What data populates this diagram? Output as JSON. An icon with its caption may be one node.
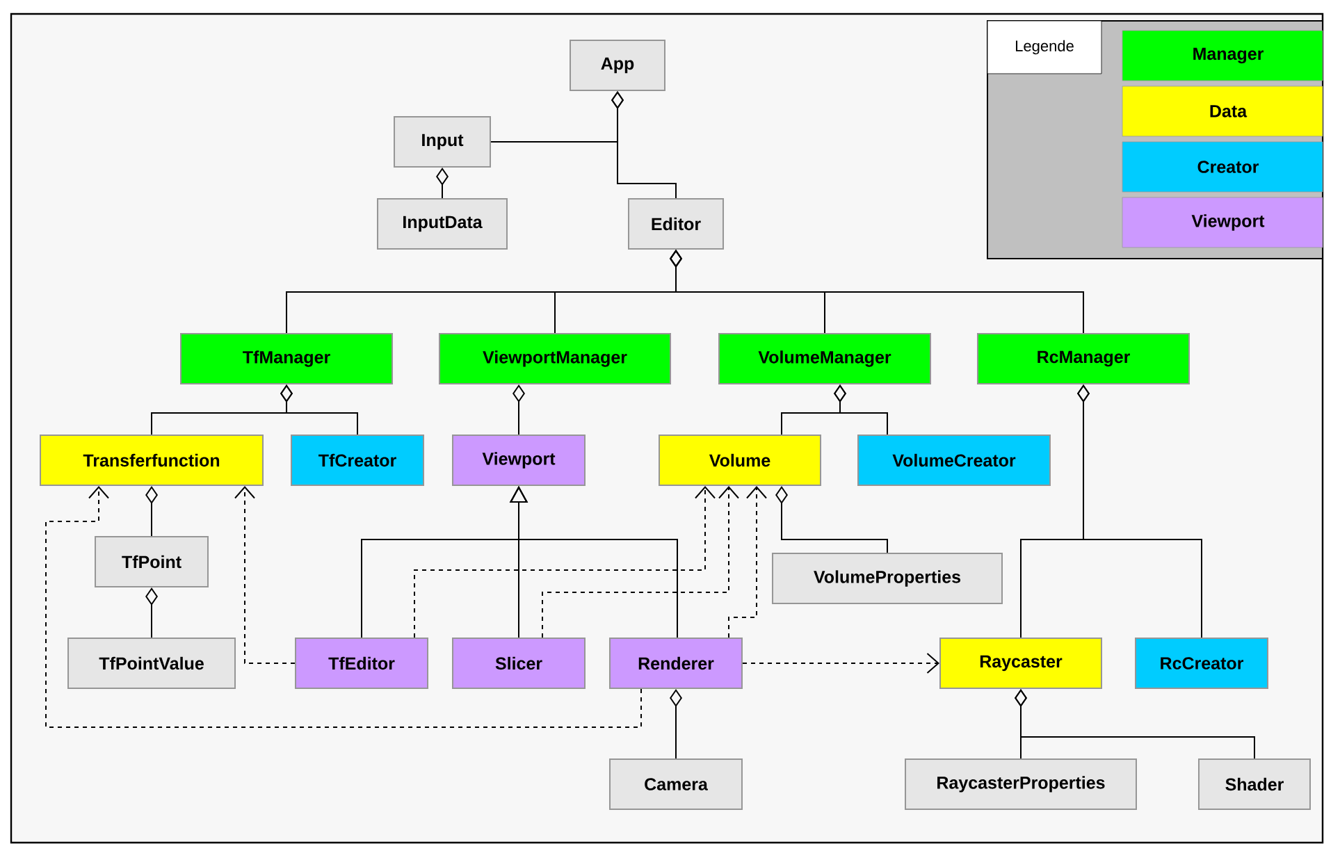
{
  "diagram": {
    "nodes": [
      {
        "text": [
          "App"
        ]
      },
      {
        "text": [
          "Input"
        ]
      },
      {
        "text": [
          "InputData"
        ]
      },
      {
        "text": [
          "Editor"
        ]
      },
      {
        "text": [
          "TfManager"
        ]
      },
      {
        "text": [
          "ViewportManager"
        ]
      },
      {
        "text": [
          "VolumeManager"
        ]
      },
      {
        "text": [
          "RcManager"
        ]
      },
      {
        "text": [
          "Transferfunction"
        ]
      },
      {
        "text": [
          "TfCreator"
        ]
      },
      {
        "text": [
          "Viewport"
        ]
      },
      {
        "text": [
          "Volume"
        ]
      },
      {
        "text": [
          "VolumeCreator"
        ]
      },
      {
        "text": [
          "TfPoint"
        ]
      },
      {
        "text": [
          "VolumeProperties"
        ]
      },
      {
        "text": [
          "TfPointValue"
        ]
      },
      {
        "text": [
          "TfEditor"
        ]
      },
      {
        "text": [
          "Slicer"
        ]
      },
      {
        "text": [
          "Renderer"
        ]
      },
      {
        "text": [
          "Raycaster"
        ]
      },
      {
        "text": [
          "RcCreator"
        ]
      },
      {
        "text": [
          "Camera"
        ]
      },
      {
        "text": [
          "RaycasterProperties"
        ]
      },
      {
        "text": [
          "Shader"
        ]
      }
    ],
    "edges": [
      {
        "from": 0,
        "to": 1,
        "arrow": "other"
      },
      {
        "from": 0,
        "to": 3,
        "arrow": "other"
      },
      {
        "from": 1,
        "to": 2,
        "arrow": "other"
      },
      {
        "from": 3,
        "to": 4,
        "arrow": "other"
      },
      {
        "from": 3,
        "to": 5,
        "arrow": "other"
      },
      {
        "from": 3,
        "to": 6,
        "arrow": "other"
      },
      {
        "from": 3,
        "to": 7,
        "arrow": "other"
      },
      {
        "from": 4,
        "to": 8,
        "arrow": "other"
      },
      {
        "from": 4,
        "to": 9,
        "arrow": "other"
      },
      {
        "from": 5,
        "to": 10,
        "arrow": "other"
      },
      {
        "from": 6,
        "to": 11,
        "arrow": "other"
      },
      {
        "from": 6,
        "to": 12,
        "arrow": "other"
      },
      {
        "from": 7,
        "to": 19,
        "arrow": "other"
      },
      {
        "from": 7,
        "to": 20,
        "arrow": "other"
      },
      {
        "from": 8,
        "to": 13,
        "arrow": "other"
      },
      {
        "from": 13,
        "to": 15,
        "arrow": "other"
      },
      {
        "from": 11,
        "to": 14,
        "arrow": "other"
      },
      {
        "from": 18,
        "to": 21,
        "arrow": "other"
      },
      {
        "from": 19,
        "to": 22,
        "arrow": "other"
      },
      {
        "from": 19,
        "to": 23,
        "arrow": "other"
      },
      {
        "from": 16,
        "to": 10,
        "arrow": "to"
      },
      {
        "from": 17,
        "to": 10,
        "arrow": "to"
      },
      {
        "from": 18,
        "to": 10,
        "arrow": "to"
      },
      {
        "from": 16,
        "to": 8,
        "arrow": "to",
        "style": "dashed"
      },
      {
        "from": 16,
        "to": 11,
        "arrow": "to",
        "style": "dashed"
      },
      {
        "from": 17,
        "to": 11,
        "arrow": "to",
        "style": "dashed"
      },
      {
        "from": 18,
        "to": 11,
        "arrow": "to",
        "style": "dashed"
      },
      {
        "from": 18,
        "to": 8,
        "arrow": "to",
        "style": "dashed"
      },
      {
        "from": 18,
        "to": 19,
        "arrow": "to",
        "style": "dashed"
      }
    ],
    "labels": [
      "Legende"
    ],
    "legend": [
      {
        "text": "Manager",
        "color": "#00ff00"
      },
      {
        "text": "Data",
        "color": "#ffff00"
      },
      {
        "text": "Creator",
        "color": "#00ccff"
      },
      {
        "text": "Viewport",
        "color": "#cc99ff"
      }
    ]
  }
}
